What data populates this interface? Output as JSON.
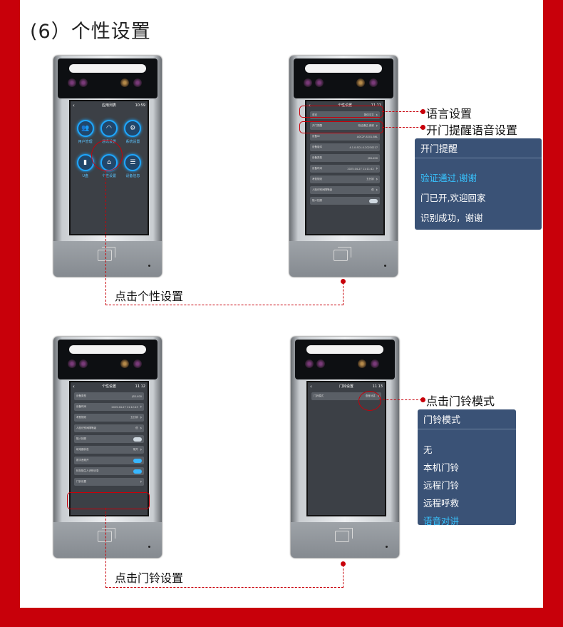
{
  "section_title": "(6）个性设置",
  "screen1": {
    "header": "应用列表",
    "time": "10:59",
    "apps": [
      {
        "label": "用户管理",
        "icon": "users-icon",
        "glyph": "👥"
      },
      {
        "label": "通讯设置",
        "icon": "wifi-icon",
        "glyph": "◠"
      },
      {
        "label": "系统设置",
        "icon": "gear-icon",
        "glyph": "⚙"
      },
      {
        "label": "U盘",
        "icon": "usb-icon",
        "glyph": "▮"
      },
      {
        "label": "个性设置",
        "icon": "home-icon",
        "glyph": "⌂"
      },
      {
        "label": "设备信息",
        "icon": "sliders-icon",
        "glyph": "☰"
      }
    ]
  },
  "screen2": {
    "header": "个性设置",
    "time": "11 11",
    "rows": [
      {
        "label": "语言",
        "value": "简体中文",
        "chev": "›"
      },
      {
        "label": "开门提醒",
        "value": "验证通过,谢谢",
        "chev": "›"
      },
      {
        "label": "设备ID",
        "value": "A0C2F-8201-B6L",
        "chev": ""
      },
      {
        "label": "设备版本",
        "value": "4.1.0-SC4-0-20230217",
        "chev": ""
      },
      {
        "label": "设备类型",
        "value": "JSD-X00",
        "chev": ""
      },
      {
        "label": "设备时间",
        "value": "2025-04-27 11:11:42",
        "chev": "›"
      },
      {
        "label": "考勤规则",
        "value": "五分钟",
        "chev": "›"
      },
      {
        "label": "人脸识别间隔等级",
        "value": "低",
        "chev": "›"
      },
      {
        "label": "陌人拍照",
        "value": "",
        "chev": "toggle"
      }
    ]
  },
  "screen3": {
    "header": "个性设置",
    "time": "11 12",
    "rows": [
      {
        "label": "设备类型",
        "value": "JSD-X00",
        "chev": ""
      },
      {
        "label": "设备时间",
        "value": "2025-04-27 11:12:43",
        "chev": "›"
      },
      {
        "label": "考勤规则",
        "value": "五分钟",
        "chev": "›"
      },
      {
        "label": "人脸识别间隔等级",
        "value": "低",
        "chev": "›"
      },
      {
        "label": "陌人拍照",
        "value": "",
        "chev": "toggle"
      },
      {
        "label": "继电器状态",
        "value": "常开",
        "chev": "›"
      },
      {
        "label": "数字音频开",
        "value": "",
        "chev": "toggle-on"
      },
      {
        "label": "转存陌生人识别记录",
        "value": "",
        "chev": "toggle-on"
      },
      {
        "label": "门铃设置",
        "value": "",
        "chev": "›"
      }
    ]
  },
  "screen4": {
    "header": "门铃设置",
    "time": "11 13",
    "rows": [
      {
        "label": "门铃模式",
        "value": "语音对讲",
        "chev": "›"
      }
    ]
  },
  "annotations": {
    "language": "语言设置",
    "door_reminder": "开门提醒语音设置",
    "click_personal": "点击个性设置",
    "click_bell_mode": "点击门铃模式",
    "click_bell_settings": "点击门铃设置"
  },
  "popup_reminder": {
    "title": "开门提醒",
    "options": [
      "验证通过,谢谢",
      "门已开,欢迎回家",
      "识别成功，谢谢"
    ]
  },
  "popup_bell": {
    "title": "门铃模式",
    "options": [
      "无",
      "本机门铃",
      "远程门铃",
      "远程呼救",
      "语音对讲"
    ]
  },
  "colors": {
    "accent": "#c8000a",
    "highlight": "#38c4ff",
    "popup": "#3a5276"
  }
}
